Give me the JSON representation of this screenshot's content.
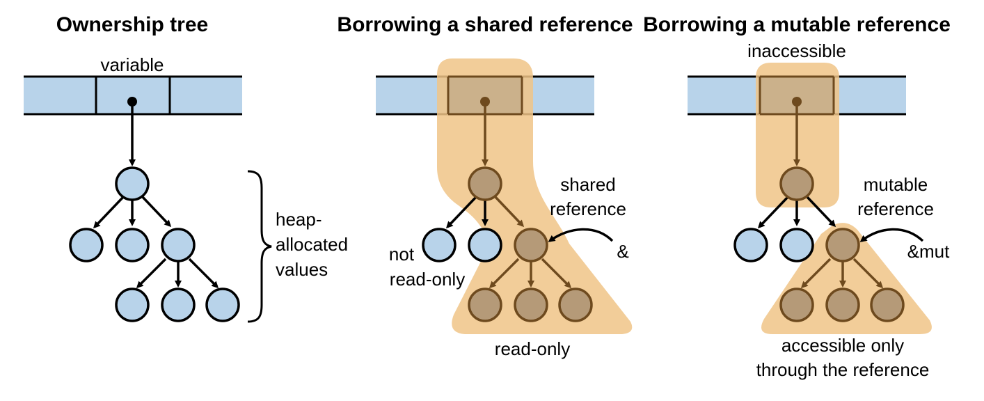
{
  "panels": [
    {
      "title": "Ownership tree",
      "top_label": "variable",
      "side_label_lines": [
        "heap-",
        "allocated",
        "values"
      ]
    },
    {
      "title": "Borrowing a shared reference",
      "ref_label_lines": [
        "shared",
        "reference"
      ],
      "ref_symbol": "&",
      "left_label_lines": [
        "not",
        "read-only"
      ],
      "bottom_label": "read-only"
    },
    {
      "title": "Borrowing a mutable reference",
      "top_label": "inaccessible",
      "ref_label_lines": [
        "mutable",
        "reference"
      ],
      "ref_symbol": "&mut",
      "bottom_label_lines": [
        "accessible only",
        "through the reference"
      ]
    }
  ],
  "colors": {
    "cell_fill": "#b8d3ea",
    "node_fill": "#b8d3ea",
    "highlight": "#f0c487",
    "dimmed_stroke": "#6e4a1e"
  }
}
